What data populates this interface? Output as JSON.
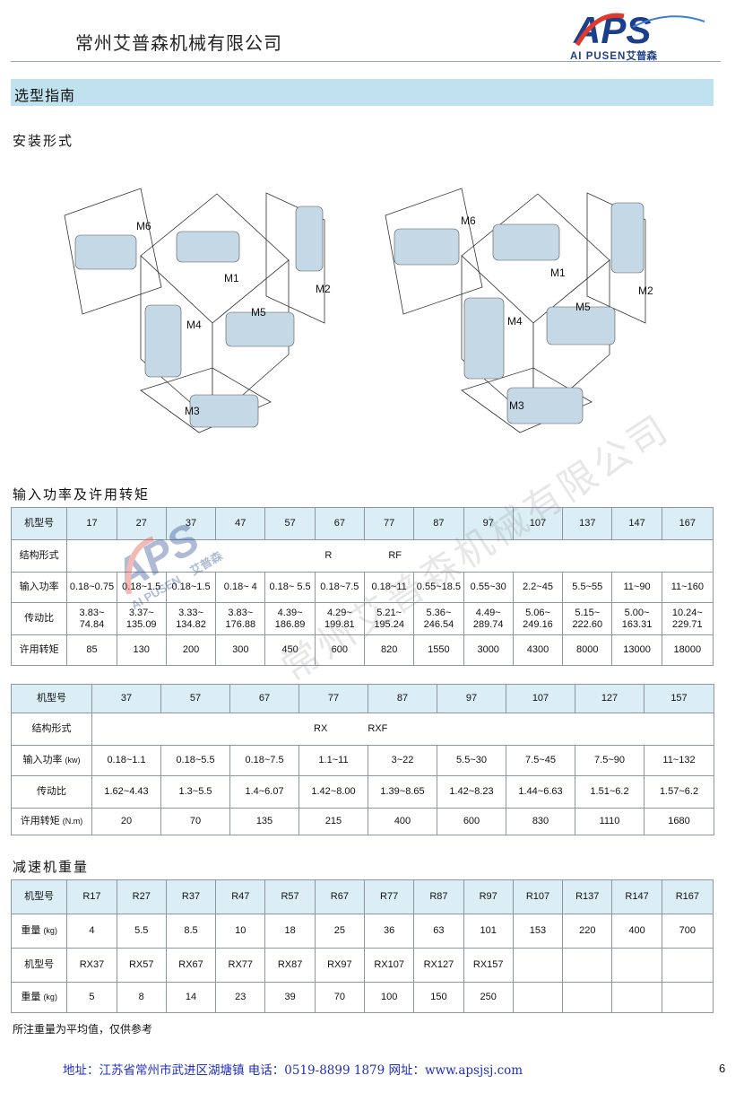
{
  "header": {
    "company": "常州艾普森机械有限公司",
    "logo_mark": "APS",
    "logo_en": "AI PUSEN",
    "logo_cn": "艾普森"
  },
  "colors": {
    "brand_blue": "#1c3f8c",
    "brand_red": "#e03a2e",
    "section_bg": "#bfe2ee",
    "table_header_bg": "#dceef5",
    "footer_text": "#1f2fc0"
  },
  "section_title": "选型指南",
  "mounting": {
    "title": "安装形式",
    "left_labels": [
      "M6",
      "M1",
      "M2",
      "M4",
      "M5",
      "M3"
    ],
    "right_labels": [
      "M6",
      "M1",
      "M2",
      "M4",
      "M5",
      "M3"
    ]
  },
  "table1": {
    "title": "输入功率及许用转矩",
    "row_model_label": "机型号",
    "models": [
      "17",
      "27",
      "37",
      "47",
      "57",
      "67",
      "77",
      "87",
      "97",
      "107",
      "137",
      "147",
      "167"
    ],
    "row_structure_label": "结构形式",
    "structure_a": "R",
    "structure_b": "RF",
    "row_power_label": "输入功率",
    "power": [
      "0.18~0.75",
      "0.18~1.5",
      "0.18~1.5",
      "0.18~ 4",
      "0.18~ 5.5",
      "0.18~7.5",
      "0.18~11",
      "0.55~18.5",
      "0.55~30",
      "2.2~45",
      "5.5~55",
      "11~90",
      "11~160"
    ],
    "row_ratio_label": "传动比",
    "ratio_top": [
      "3.83~",
      "3.37~",
      "3.33~",
      "3.83~",
      "4.39~",
      "4.29~",
      "5.21~",
      "5.36~",
      "4.49~",
      "5.06~",
      "5.15~",
      "5.00~",
      "10.24~"
    ],
    "ratio_bottom": [
      "74.84",
      "135.09",
      "134.82",
      "176.88",
      "186.89",
      "199.81",
      "195.24",
      "246.54",
      "289.74",
      "249.16",
      "222.60",
      "163.31",
      "229.71"
    ],
    "row_torque_label": "许用转矩",
    "torque": [
      "85",
      "130",
      "200",
      "300",
      "450",
      "600",
      "820",
      "1550",
      "3000",
      "4300",
      "8000",
      "13000",
      "18000"
    ]
  },
  "table2": {
    "row_model_label": "机型号",
    "models": [
      "37",
      "57",
      "67",
      "77",
      "87",
      "97",
      "107",
      "127",
      "157"
    ],
    "row_structure_label": "结构形式",
    "structure_a": "RX",
    "structure_b": "RXF",
    "row_power_label": "输入功率",
    "row_power_unit": "(kw)",
    "power": [
      "0.18~1.1",
      "0.18~5.5",
      "0.18~7.5",
      "1.1~11",
      "3~22",
      "5.5~30",
      "7.5~45",
      "7.5~90",
      "11~132"
    ],
    "row_ratio_label": "传动比",
    "ratio": [
      "1.62~4.43",
      "1.3~5.5",
      "1.4~6.07",
      "1.42~8.00",
      "1.39~8.65",
      "1.42~8.23",
      "1.44~6.63",
      "1.51~6.2",
      "1.57~6.2"
    ],
    "row_torque_label": "许用转矩",
    "row_torque_unit": "(N.m)",
    "torque": [
      "20",
      "70",
      "135",
      "215",
      "400",
      "600",
      "830",
      "1110",
      "1680"
    ]
  },
  "table3": {
    "title": "减速机重量",
    "row_model_label": "机型号",
    "models_r": [
      "R17",
      "R27",
      "R37",
      "R47",
      "R57",
      "R67",
      "R77",
      "R87",
      "R97",
      "R107",
      "R137",
      "R147",
      "R167"
    ],
    "row_weight_label": "重量",
    "row_weight_unit": "(kg)",
    "weights_r": [
      "4",
      "5.5",
      "8.5",
      "10",
      "18",
      "25",
      "36",
      "63",
      "101",
      "153",
      "220",
      "400",
      "700"
    ],
    "row_model_label2": "机型号",
    "models_rx": [
      "RX37",
      "RX57",
      "RX67",
      "RX77",
      "RX87",
      "RX97",
      "RX107",
      "RX127",
      "RX157"
    ],
    "row_weight_label2": "重量",
    "row_weight_unit2": "(kg)",
    "weights_rx": [
      "5",
      "8",
      "14",
      "23",
      "39",
      "70",
      "100",
      "150",
      "250"
    ]
  },
  "note": "所注重量为平均值，仅供参考",
  "footer": "地址：江苏省常州市武进区湖塘镇 电话：0519-8899 1879  网址：www.apsjsj.com",
  "page_number": "6",
  "watermark": {
    "logo_mark": "APS",
    "logo_en": "AI PUSEN",
    "logo_cn": "艾普森",
    "text": "常州艾普森机械有限公司"
  }
}
